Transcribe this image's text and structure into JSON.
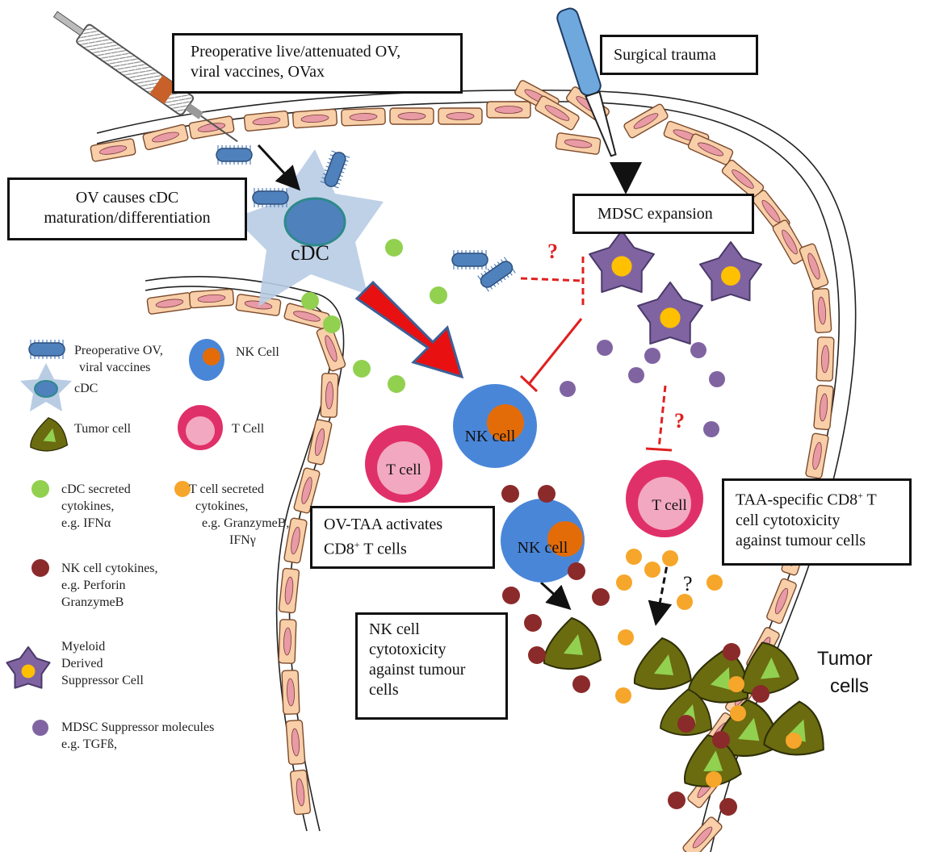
{
  "colors": {
    "endothelial_fill": "#f8cfa8",
    "endothelial_stroke": "#7a4a2c",
    "nucleus": "#e89aa5",
    "virus": "#4f81bd",
    "cdc_star": "#b8cce4",
    "cdc_nucleus": "#4f81bd",
    "nk_cell": "#4a86d8",
    "nk_nucleus": "#e36c09",
    "t_cell": "#e0306a",
    "t_cell_inner": "#f2a8c0",
    "tumor": "#6b6b10",
    "tumor_inner": "#92d050",
    "cytokine_cdc": "#92d050",
    "cytokine_t": "#f6a62a",
    "cytokine_nk": "#8b2a2a",
    "mdsc": "#8064a2",
    "mdsc_nucleus": "#ffc000",
    "mdsc_molecule": "#8064a2",
    "inhibit_red": "#e02020",
    "big_arrow": "#e81010"
  },
  "boxes": {
    "preoperative": [
      "Preoperative live/attenuated OV,",
      "viral vaccines,  OVax"
    ],
    "surgical": "Surgical trauma",
    "cdc_maturation": [
      "OV causes cDC",
      "maturation/differentiation"
    ],
    "mdsc_expansion": "MDSC expansion",
    "ov_taa": [
      "OV-TAA activates",
      "CD8"
    ],
    "ov_taa_tail": "T cells",
    "ov_taa_sup": "+",
    "taa_specific": [
      "TAA-specific  CD8",
      "cell cytotoxicity",
      "against tumour cells"
    ],
    "taa_sup": "+",
    "taa_tail": " T",
    "nk_cyto": [
      "NK cell",
      "cytotoxicity",
      "against tumour",
      "cells"
    ]
  },
  "labels": {
    "cdc": "cDC",
    "nk_cell": "NK cell",
    "t_cell": "T cell",
    "tumor_cells": [
      "Tumor",
      "cells"
    ],
    "question": "?"
  },
  "legend": {
    "ov": [
      "Preoperative OV,",
      "viral vaccines"
    ],
    "cdc": "cDC",
    "nk": "NK Cell",
    "tumor": "Tumor cell",
    "tcell": "T Cell",
    "cdc_cyt": [
      "cDC secreted",
      "cytokines,",
      "e.g. IFNα"
    ],
    "t_cyt": [
      "T cell secreted",
      "cytokines,",
      "e.g. GranzymeB,",
      "IFNγ"
    ],
    "nk_cyt": [
      "NK cell cytokines,",
      "e.g. Perforin",
      "GranzymeB"
    ],
    "mdsc": [
      "Myeloid",
      "Derived",
      "Suppressor Cell"
    ],
    "mdsc_mol": [
      "MDSC Suppressor molecules",
      "e.g. TGFß,"
    ]
  }
}
